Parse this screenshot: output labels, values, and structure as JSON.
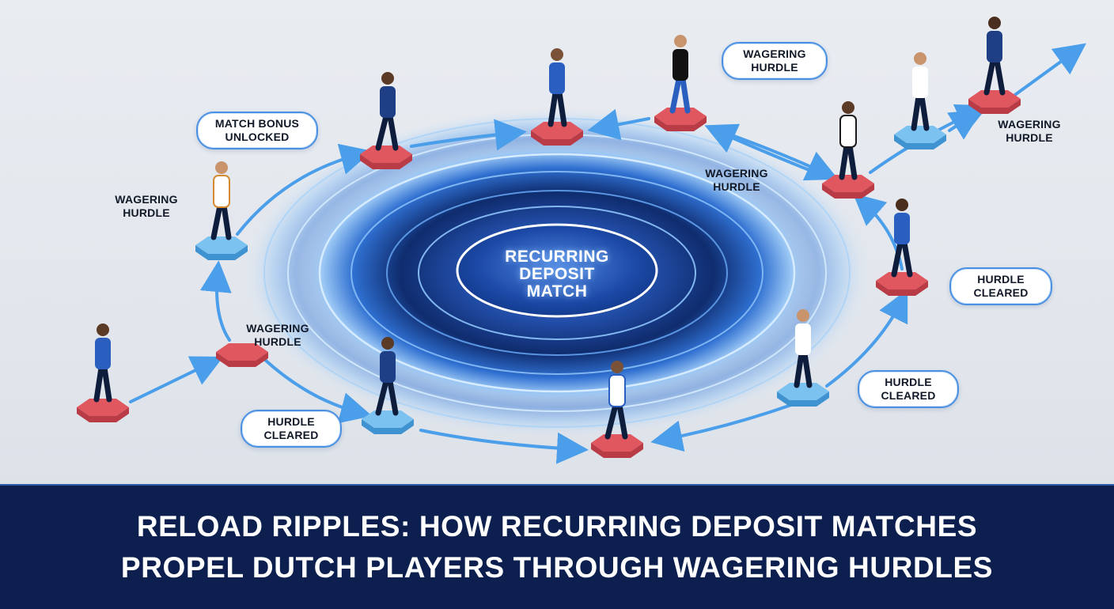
{
  "center": {
    "line1": "RECURRING",
    "line2": "DEPOSIT",
    "line3": "MATCH"
  },
  "labels": {
    "match_bonus": {
      "line1": "MATCH BONUS",
      "line2": "UNLOCKED"
    },
    "wagering_top": {
      "line1": "WAGERING",
      "line2": "HURDLE"
    },
    "wagering_left": {
      "line1": "WAGERING",
      "line2": "HURDLE"
    },
    "wagering_mid_right": {
      "line1": "WAGERING",
      "line2": "HURDLE"
    },
    "wagering_far_right": {
      "line1": "WAGERING",
      "line2": "HURDLE"
    },
    "wagering_lower_left": {
      "line1": "WAGERING",
      "line2": "HURDLE"
    },
    "cleared_bottom_left": {
      "line1": "HURDLE",
      "line2": "CLEARED"
    },
    "cleared_right": {
      "line1": "HURDLE",
      "line2": "CLEARED"
    },
    "cleared_bottom_right": {
      "line1": "HURDLE",
      "line2": "CLEARED"
    }
  },
  "banner": {
    "line1": "RELOAD RIPPLES: HOW RECURRING DEPOSIT MATCHES",
    "line2": "PROPEL DUTCH PLAYERS THROUGH WAGERING HURDLES"
  },
  "colors": {
    "pad_red": "#e0575f",
    "pad_blue": "#5aaee6",
    "arrow": "#4a9eea",
    "ripple_dark": "#0d2a66",
    "banner_bg": "#0c1f4e"
  }
}
